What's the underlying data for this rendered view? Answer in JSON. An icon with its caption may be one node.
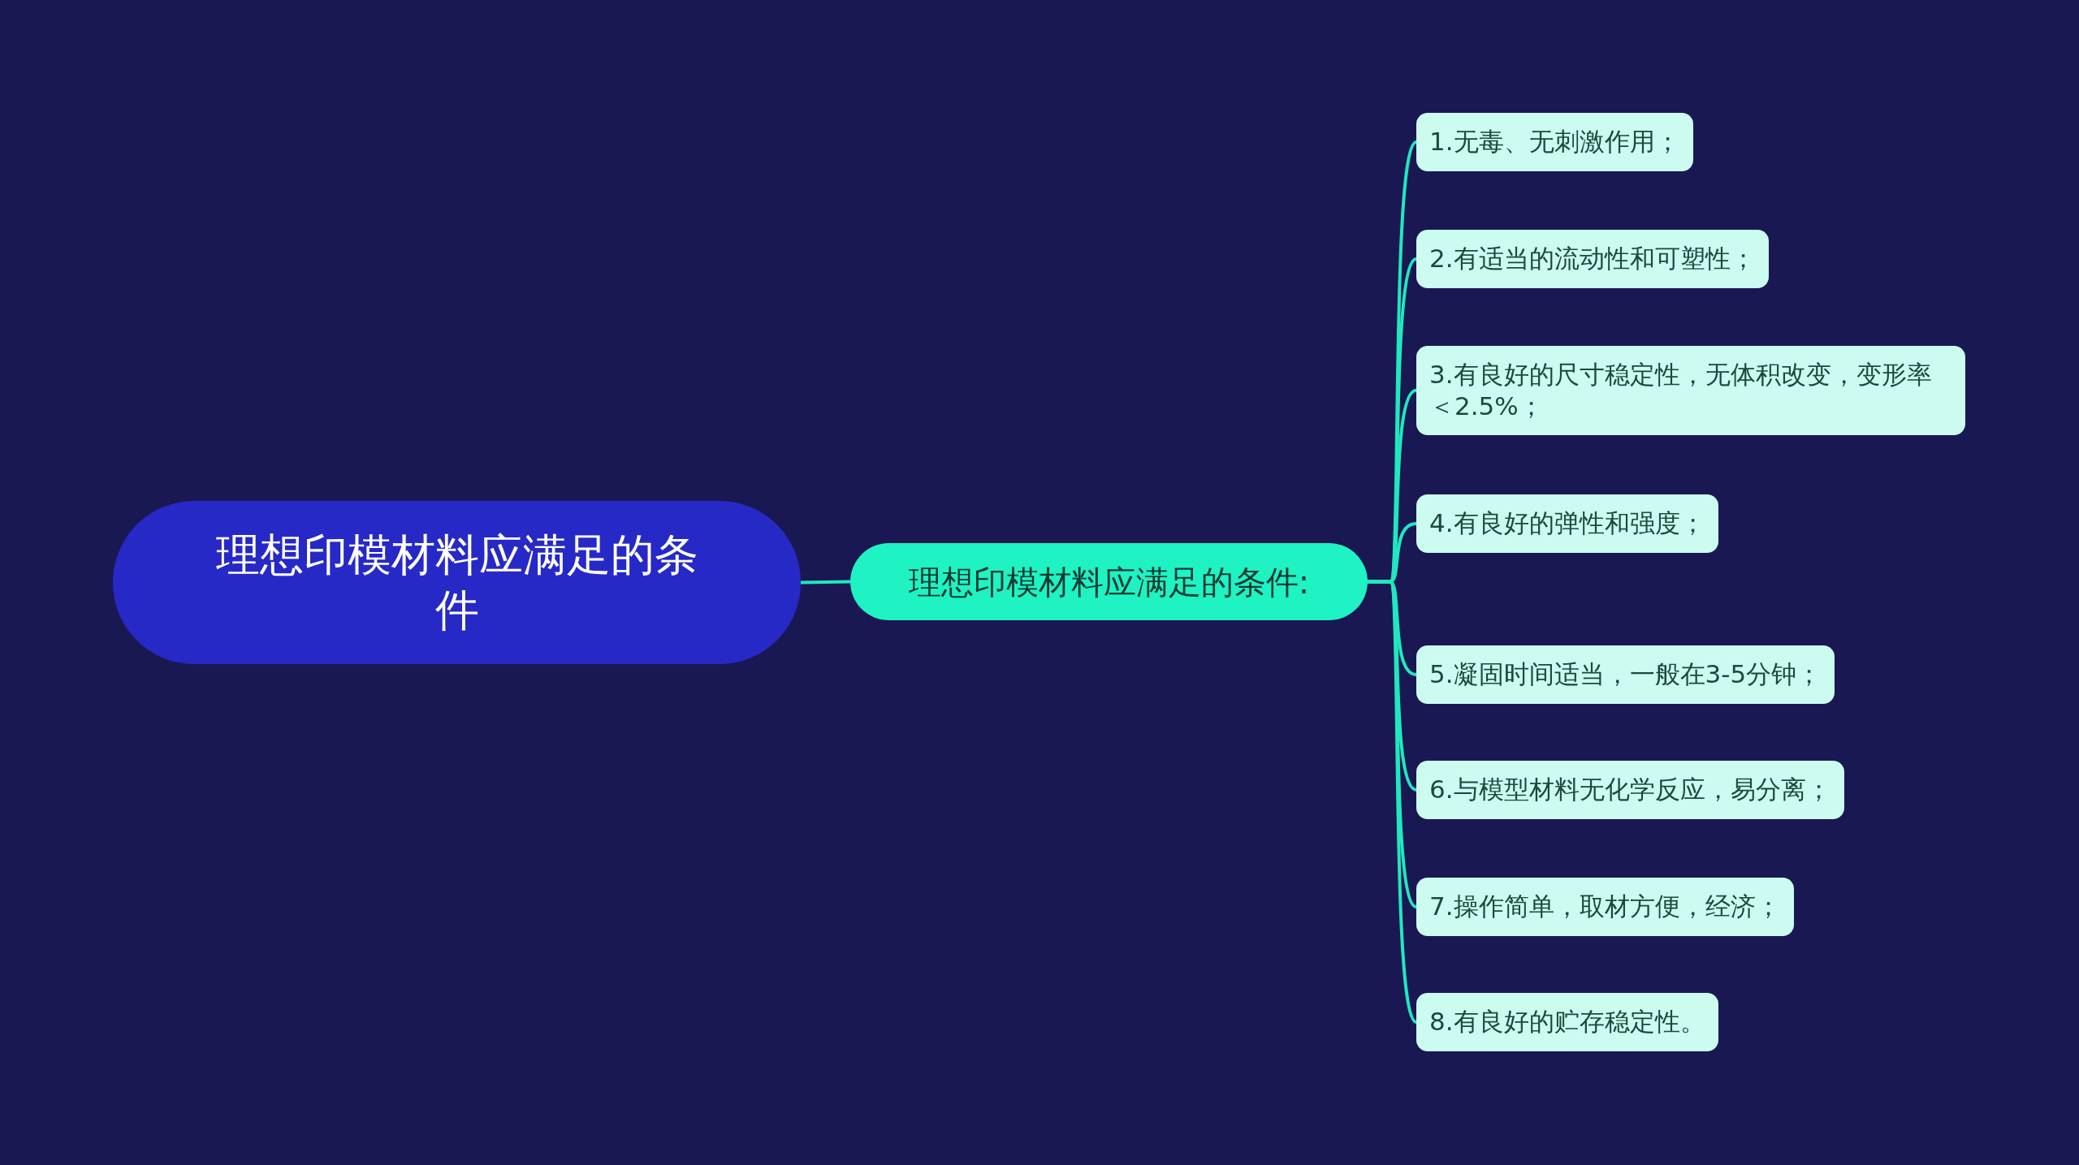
{
  "diagram": {
    "nodes": [
      {
        "text": [
          "理想印模材料应满足的条件"
        ]
      },
      {
        "text": [
          "理想印模材料应满足的条件:"
        ]
      },
      {
        "text": [
          "1.无毒、无刺激作用；"
        ]
      },
      {
        "text": [
          "2.有适当的流动性和可塑性；"
        ]
      },
      {
        "text": [
          "3.有良好的尺寸稳定性，无体积改变，变形率＜2.5%；"
        ]
      },
      {
        "text": [
          "4.有良好的弹性和强度；"
        ]
      },
      {
        "text": [
          "5.凝固时间适当，一般在3-5分钟；"
        ]
      },
      {
        "text": [
          "6.与模型材料无化学反应，易分离；"
        ]
      },
      {
        "text": [
          "7.操作简单，取材方便，经济；"
        ]
      },
      {
        "text": [
          "8.有良好的贮存稳定性。"
        ]
      }
    ],
    "edges": [
      {
        "from": 0,
        "to": 1,
        "arrow": "none"
      },
      {
        "from": 1,
        "to": 2,
        "arrow": "none"
      },
      {
        "from": 1,
        "to": 3,
        "arrow": "none"
      },
      {
        "from": 1,
        "to": 4,
        "arrow": "none"
      },
      {
        "from": 1,
        "to": 5,
        "arrow": "none"
      },
      {
        "from": 1,
        "to": 6,
        "arrow": "none"
      },
      {
        "from": 1,
        "to": 7,
        "arrow": "none"
      },
      {
        "from": 1,
        "to": 8,
        "arrow": "none"
      },
      {
        "from": 1,
        "to": 9,
        "arrow": "none"
      }
    ]
  }
}
